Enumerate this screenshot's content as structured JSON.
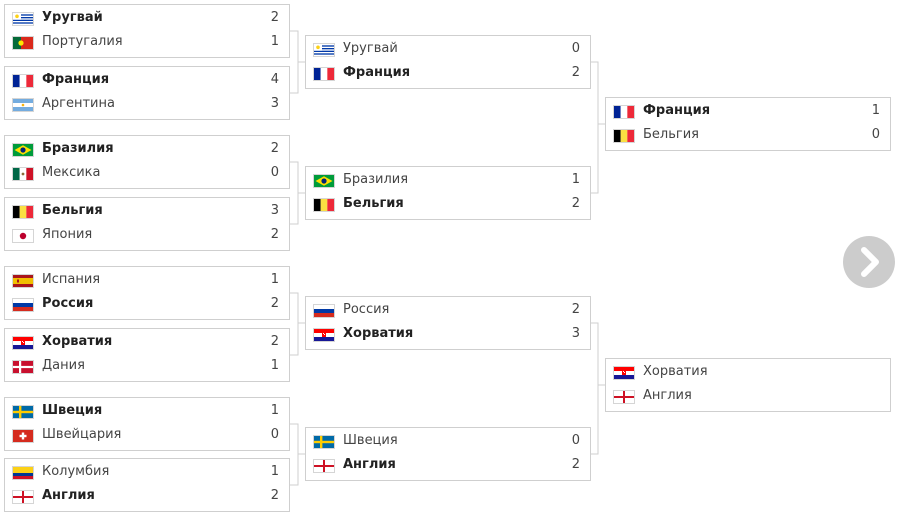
{
  "rounds": [
    {
      "matches": [
        {
          "rows": [
            {
              "team": "Уругвай",
              "flag": "uruguay-flag",
              "score": "2",
              "winner": true
            },
            {
              "team": "Португалия",
              "flag": "portugal-flag",
              "score": "1",
              "winner": false
            }
          ]
        },
        {
          "rows": [
            {
              "team": "Франция",
              "flag": "france-flag",
              "score": "4",
              "winner": true
            },
            {
              "team": "Аргентина",
              "flag": "argentina-flag",
              "score": "3",
              "winner": false
            }
          ]
        },
        {
          "rows": [
            {
              "team": "Бразилия",
              "flag": "brazil-flag",
              "score": "2",
              "winner": true
            },
            {
              "team": "Мексика",
              "flag": "mexico-flag",
              "score": "0",
              "winner": false
            }
          ]
        },
        {
          "rows": [
            {
              "team": "Бельгия",
              "flag": "belgium-flag",
              "score": "3",
              "winner": true
            },
            {
              "team": "Япония",
              "flag": "japan-flag",
              "score": "2",
              "winner": false
            }
          ]
        },
        {
          "rows": [
            {
              "team": "Испания",
              "flag": "spain-flag",
              "score": "1",
              "winner": false
            },
            {
              "team": "Россия",
              "flag": "russia-flag",
              "score": "2",
              "winner": true
            }
          ]
        },
        {
          "rows": [
            {
              "team": "Хорватия",
              "flag": "croatia-flag",
              "score": "2",
              "winner": true
            },
            {
              "team": "Дания",
              "flag": "denmark-flag",
              "score": "1",
              "winner": false
            }
          ]
        },
        {
          "rows": [
            {
              "team": "Швеция",
              "flag": "sweden-flag",
              "score": "1",
              "winner": true
            },
            {
              "team": "Швейцария",
              "flag": "switzerland-flag",
              "score": "0",
              "winner": false
            }
          ]
        },
        {
          "rows": [
            {
              "team": "Колумбия",
              "flag": "colombia-flag",
              "score": "1",
              "winner": false
            },
            {
              "team": "Англия",
              "flag": "england-flag",
              "score": "2",
              "winner": true
            }
          ]
        }
      ]
    },
    {
      "matches": [
        {
          "rows": [
            {
              "team": "Уругвай",
              "flag": "uruguay-flag",
              "score": "0",
              "winner": false
            },
            {
              "team": "Франция",
              "flag": "france-flag",
              "score": "2",
              "winner": true
            }
          ]
        },
        {
          "rows": [
            {
              "team": "Бразилия",
              "flag": "brazil-flag",
              "score": "1",
              "winner": false
            },
            {
              "team": "Бельгия",
              "flag": "belgium-flag",
              "score": "2",
              "winner": true
            }
          ]
        },
        {
          "rows": [
            {
              "team": "Россия",
              "flag": "russia-flag",
              "score": "2",
              "winner": false
            },
            {
              "team": "Хорватия",
              "flag": "croatia-flag",
              "score": "3",
              "winner": true
            }
          ]
        },
        {
          "rows": [
            {
              "team": "Швеция",
              "flag": "sweden-flag",
              "score": "0",
              "winner": false
            },
            {
              "team": "Англия",
              "flag": "england-flag",
              "score": "2",
              "winner": true
            }
          ]
        }
      ]
    },
    {
      "matches": [
        {
          "rows": [
            {
              "team": "Франция",
              "flag": "france-flag",
              "score": "1",
              "winner": true
            },
            {
              "team": "Бельгия",
              "flag": "belgium-flag",
              "score": "0",
              "winner": false
            }
          ]
        },
        {
          "rows": [
            {
              "team": "Хорватия",
              "flag": "croatia-flag",
              "score": "",
              "winner": false
            },
            {
              "team": "Англия",
              "flag": "england-flag",
              "score": "",
              "winner": false
            }
          ]
        }
      ]
    }
  ],
  "next_button": {
    "icon": "chevron-right-icon"
  },
  "colors": {
    "border": "#cfcfcf",
    "connector": "#cfcfcf",
    "next_button": "#cccccc",
    "text": "#444444"
  }
}
